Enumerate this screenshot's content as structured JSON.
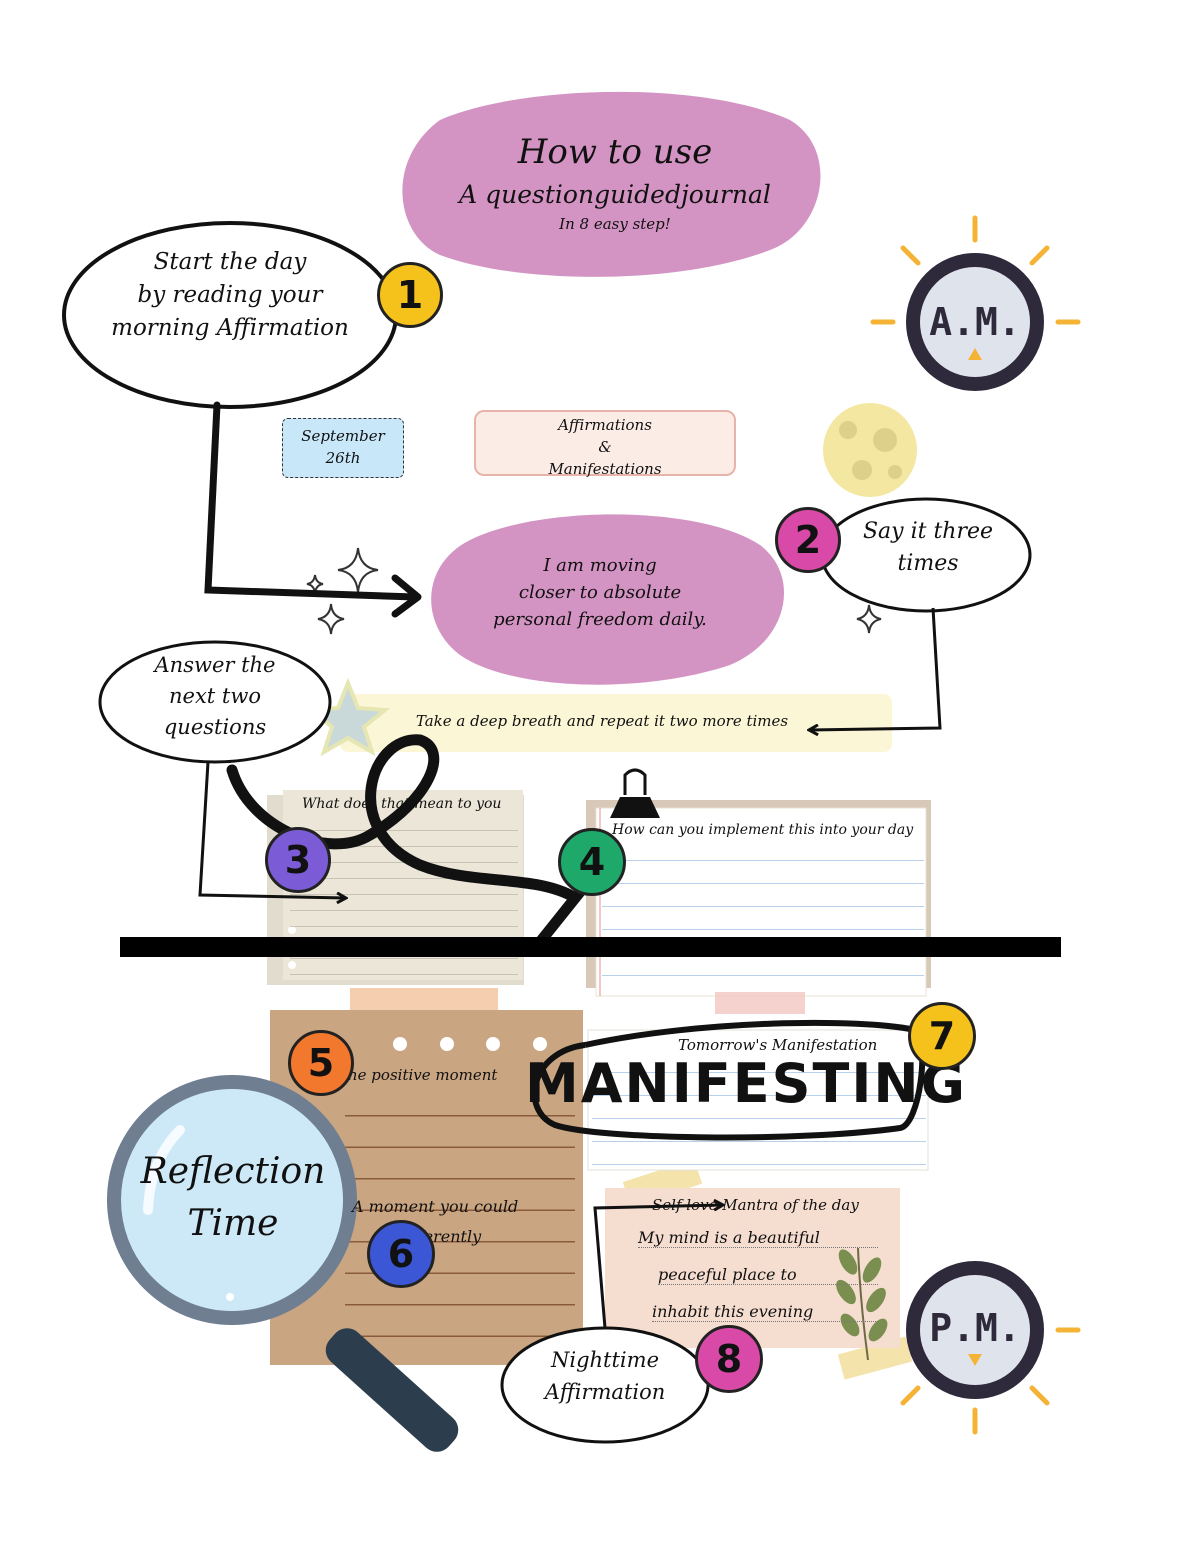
{
  "header": {
    "title": "How to use",
    "subtitle": "A questionguidedjournal",
    "tagline": "In 8 easy step!"
  },
  "am_badge": "A.M.",
  "pm_badge": "P.M.",
  "step1": {
    "number": "1",
    "line1": "Start the day",
    "line2": "by reading your",
    "line3": "morning Affirmation"
  },
  "date_tag": {
    "line1": "September",
    "line2": "26th"
  },
  "affirm_box": {
    "line1": "Affirmations",
    "line2": "&",
    "line3": "Manifestations"
  },
  "affirmation": {
    "line1": "I am moving",
    "line2": "closer to absolute",
    "line3": "personal freedom daily."
  },
  "step2": {
    "number": "2",
    "line1": "Say it three",
    "line2": "times"
  },
  "breath_banner": "Take a deep breath and repeat it two more times",
  "step_questions": {
    "line1": "Answer the",
    "line2": "next two",
    "line3": "questions"
  },
  "step3": {
    "number": "3",
    "note": "What does that mean to you"
  },
  "step4": {
    "number": "4",
    "note": "How can you implement this into your day"
  },
  "step5": {
    "number": "5",
    "note": "The positive moment"
  },
  "step6": {
    "number": "6",
    "note_line1": "A moment you could",
    "note_line2": "do differently"
  },
  "reflection": {
    "line1": "Reflection",
    "line2": "Time"
  },
  "step7": {
    "number": "7",
    "note": "Tomorrow's Manifestation"
  },
  "manifesting": "MANIFESTING",
  "mantra": {
    "title": "Self love Mantra of the day",
    "line1": "My mind is a beautiful",
    "line2": "peaceful place to",
    "line3": "inhabit this evening"
  },
  "step8": {
    "number": "8",
    "line1": "Nighttime",
    "line2": "Affirmation"
  },
  "colors": {
    "blob_pink": "#d494c3",
    "badge_yellow": "#f5c21b",
    "badge_pink": "#d94aa8",
    "badge_purple": "#7b5cd6",
    "badge_green": "#1ea96a",
    "badge_orange": "#f2782e",
    "badge_blue": "#3c57d6",
    "sun_yellow": "#f5b335",
    "clock_dark": "#2e2a3b",
    "clock_face": "#dfe4ec",
    "kraft": "#c9a582",
    "magnifier_glass": "#cde9f8",
    "magnifier_rim": "#6f7f91",
    "magnifier_handle": "#2c3e4e"
  }
}
